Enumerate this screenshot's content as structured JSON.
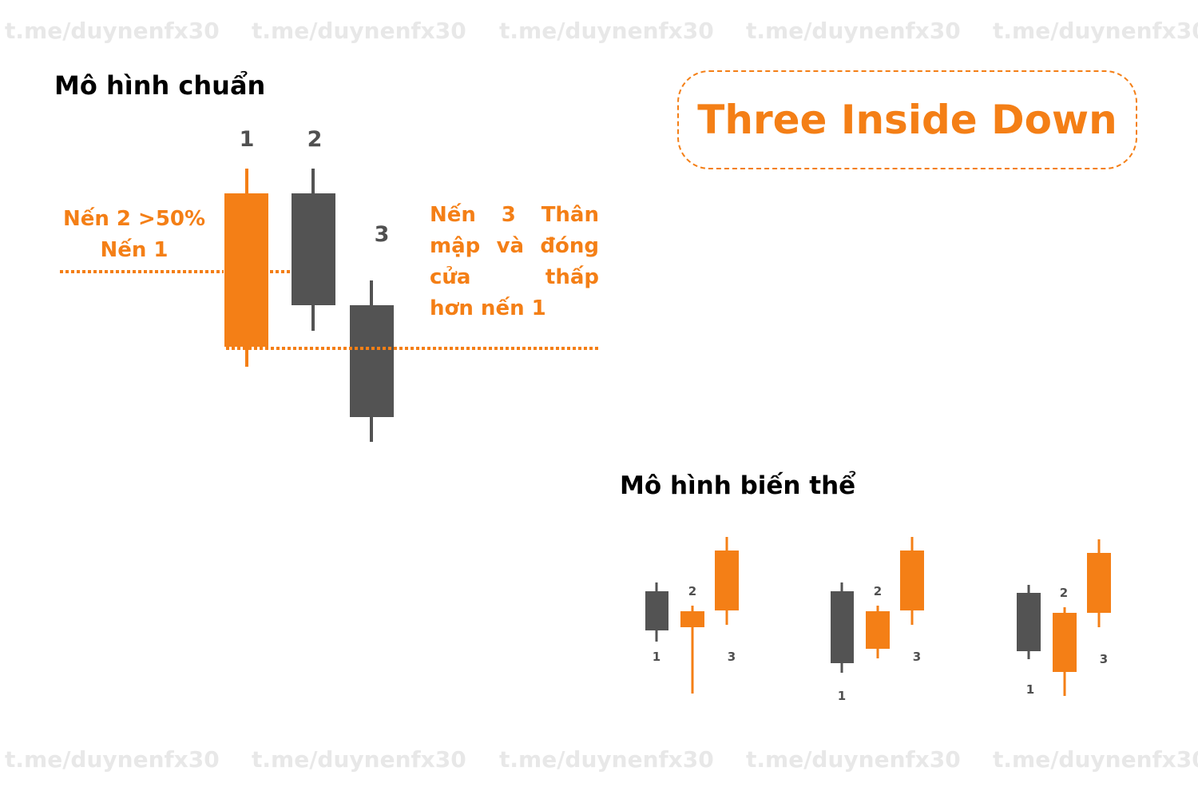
{
  "title": "Three Inside Down",
  "standard": {
    "heading": "Mô hình chuẩn",
    "labels": [
      "1",
      "2",
      "3"
    ],
    "left_note": [
      "Nến 2 >50%",
      "Nến 1"
    ],
    "right_note": [
      "Nến 3 Thân",
      "mập và đóng",
      "cửa thấp",
      "hơn nến 1"
    ]
  },
  "variants": {
    "heading": "Mô hình biến thể",
    "labels": [
      "1",
      "2",
      "3"
    ]
  },
  "watermark": "t.me/duynenfx30",
  "colors": {
    "orange": "#f47f16",
    "dark": "#535353",
    "watermark": "#e8e8e8"
  }
}
